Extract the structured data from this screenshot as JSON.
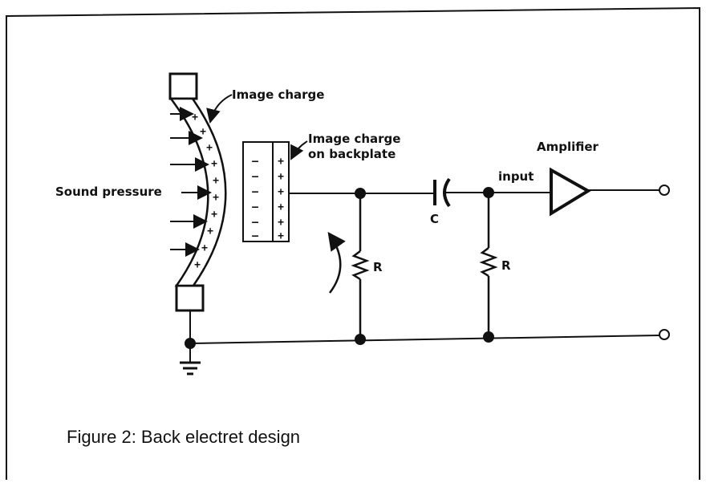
{
  "labels": {
    "image_charge": "Image charge",
    "image_charge_backplate_line1": "Image charge",
    "image_charge_backplate_line2": "on backplate",
    "sound_pressure": "Sound pressure",
    "capacitor": "C",
    "resistor_1": "R",
    "resistor_2": "R",
    "amplifier": "Amplifier",
    "input": "input"
  },
  "symbols": {
    "positive": "+",
    "negative": "–"
  },
  "caption": "Figure 2: Back electret design",
  "colors": {
    "ink": "#111111",
    "background": "#ffffff"
  }
}
